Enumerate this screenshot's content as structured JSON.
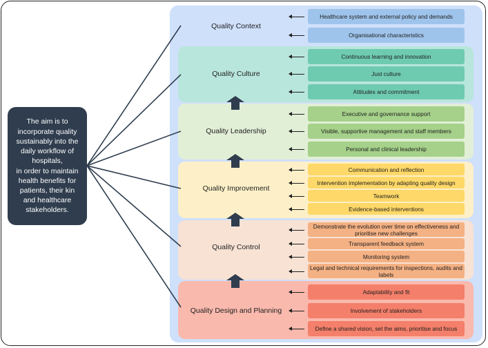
{
  "aim_text": "The aim is to\nincorporate quality\nsustainably into the\ndaily workflow of\nhospitals,\nin order to maintain\nhealth benefits for\npatients, their kin\nand healthcare\nstakeholders.",
  "levels": [
    {
      "label": "Quality Context",
      "color": "#cfe0fb",
      "item_color": "#9fc4ec",
      "items": [
        "Healthcare system and external policy and demands",
        "Organisational characteristics"
      ]
    },
    {
      "label": "Quality Culture",
      "color": "#b9e6dc",
      "item_color": "#6fcbb0",
      "items": [
        "Continuous learning and innovation",
        "Just culture",
        "Attitudes and commitment"
      ]
    },
    {
      "label": "Quality Leadership",
      "color": "#e2efd7",
      "item_color": "#a5d18a",
      "items": [
        "Executive and governance support",
        "Visible, supportive management and staff members",
        "Personal and clinical leadership"
      ]
    },
    {
      "label": "Quality Improvement",
      "color": "#fdf0c8",
      "item_color": "#fed868",
      "items": [
        "Communication and reflection",
        "Intervention implementation by adapting quality design",
        "Teamwork",
        "Evidence-based interventions"
      ]
    },
    {
      "label": "Quality Control",
      "color": "#f8e2d4",
      "item_color": "#f4b183",
      "items": [
        "Demonstrate the evolution over time on effectiveness and prioritise new challenges",
        "Transparent feedback system",
        "Monitoring system",
        "Legal and technical requirements for inspections, audits and labels"
      ]
    },
    {
      "label": "Quality Design and Planning",
      "color": "#f9b9ad",
      "item_color": "#f47f6a",
      "items": [
        "Adaptability and fit",
        "Involvement of stakeholders",
        "Define a shared vision, set the aims, prioritise and focus"
      ]
    }
  ],
  "arrow_color": "#2f3d4e"
}
